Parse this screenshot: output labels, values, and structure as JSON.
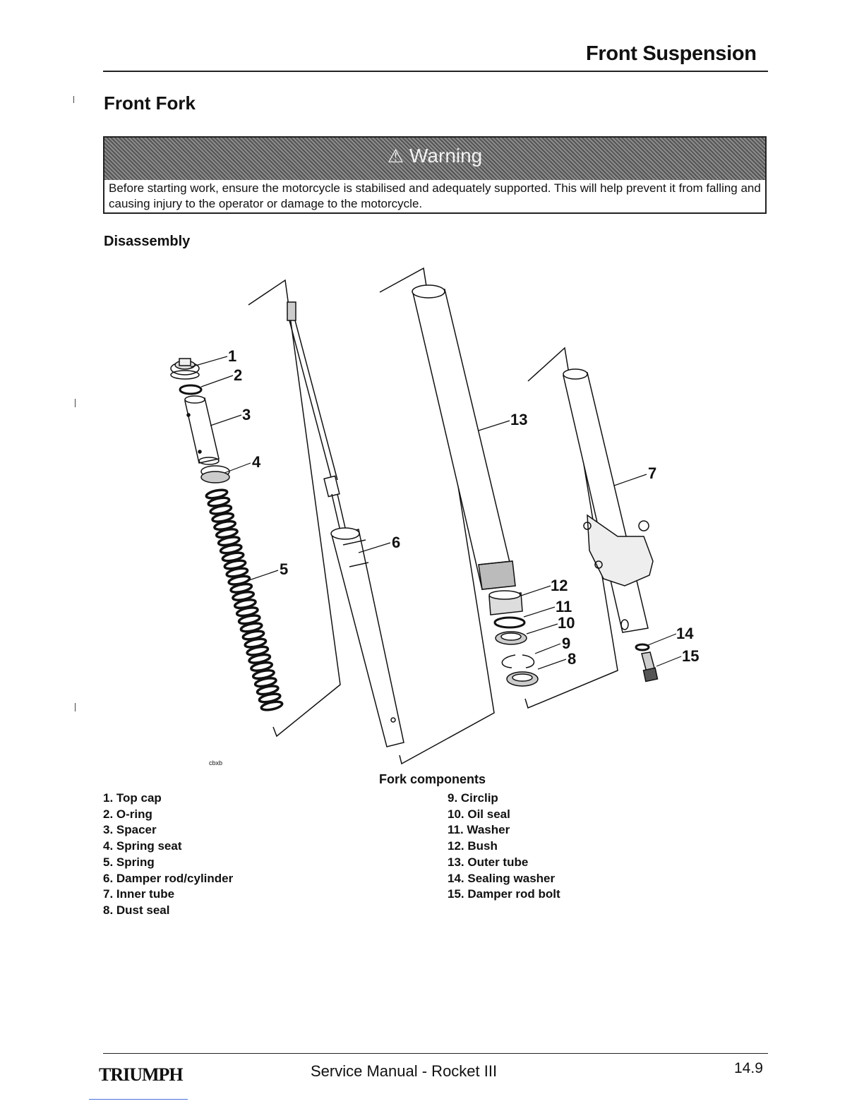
{
  "header": {
    "section_title": "Front Suspension",
    "page_heading": "Front Fork"
  },
  "warning": {
    "title": "Warning",
    "text": "Before starting work, ensure the motorcycle is stabilised and adequately supported.  This will help prevent it from falling and causing injury to the operator or damage to the motorcycle."
  },
  "subheading": "Disassembly",
  "figure": {
    "ref_code": "cbxb",
    "caption": "Fork components",
    "callouts": [
      "1",
      "2",
      "3",
      "4",
      "5",
      "6",
      "7",
      "8",
      "9",
      "10",
      "11",
      "12",
      "13",
      "14",
      "15"
    ]
  },
  "components_left": [
    "1. Top cap",
    "2. O-ring",
    "3. Spacer",
    "4. Spring seat",
    "5. Spring",
    "6. Damper rod/cylinder",
    "7. Inner tube",
    "8. Dust seal"
  ],
  "components_right": [
    "9. Circlip",
    "10. Oil seal",
    "11. Washer",
    "12. Bush",
    "13. Outer tube",
    "14. Sealing washer",
    "15. Damper rod bolt"
  ],
  "footer": {
    "brand": "TRIUMPH",
    "manual_title": "Service Manual - Rocket III",
    "page_number": "14.9"
  }
}
